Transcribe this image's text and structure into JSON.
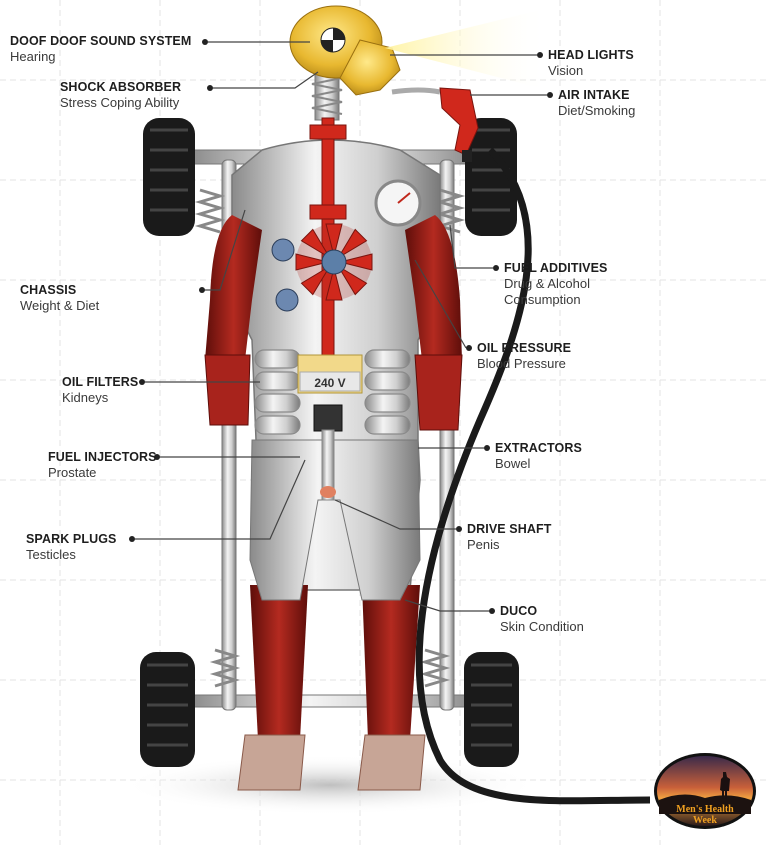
{
  "labels": {
    "sound": {
      "title": "DOOF DOOF SOUND SYSTEM",
      "sub": "Hearing"
    },
    "shock": {
      "title": "SHOCK ABSORBER",
      "sub": "Stress Coping Ability"
    },
    "chassis": {
      "title": "CHASSIS",
      "sub": "Weight & Diet"
    },
    "oilfilters": {
      "title": "OIL FILTERS",
      "sub": "Kidneys"
    },
    "injectors": {
      "title": "FUEL INJECTORS",
      "sub": "Prostate"
    },
    "spark": {
      "title": "SPARK PLUGS",
      "sub": "Testicles"
    },
    "headlights": {
      "title": "HEAD LIGHTS",
      "sub": "Vision"
    },
    "airintake": {
      "title": "AIR INTAKE",
      "sub": "Diet/Smoking"
    },
    "additives": {
      "title": "FUEL ADDITIVES",
      "sub1": "Drug & Alcohol",
      "sub2": "Consumption"
    },
    "oilpressure": {
      "title": "OIL PRESSURE",
      "sub": "Blood Pressure"
    },
    "extractors": {
      "title": "EXTRACTORS",
      "sub": "Bowel"
    },
    "driveshaft": {
      "title": "DRIVE SHAFT",
      "sub": "Penis"
    },
    "duco": {
      "title": "DUCO",
      "sub": "Skin Condition"
    }
  },
  "battery_label": "240 V",
  "badge": {
    "line1": "Men's Health",
    "line2": "Week"
  },
  "colors": {
    "body_red": "#a8231c",
    "metal": "#d9d9d9",
    "head_yellow": "#e8b830",
    "badge_text": "#f0a020"
  }
}
